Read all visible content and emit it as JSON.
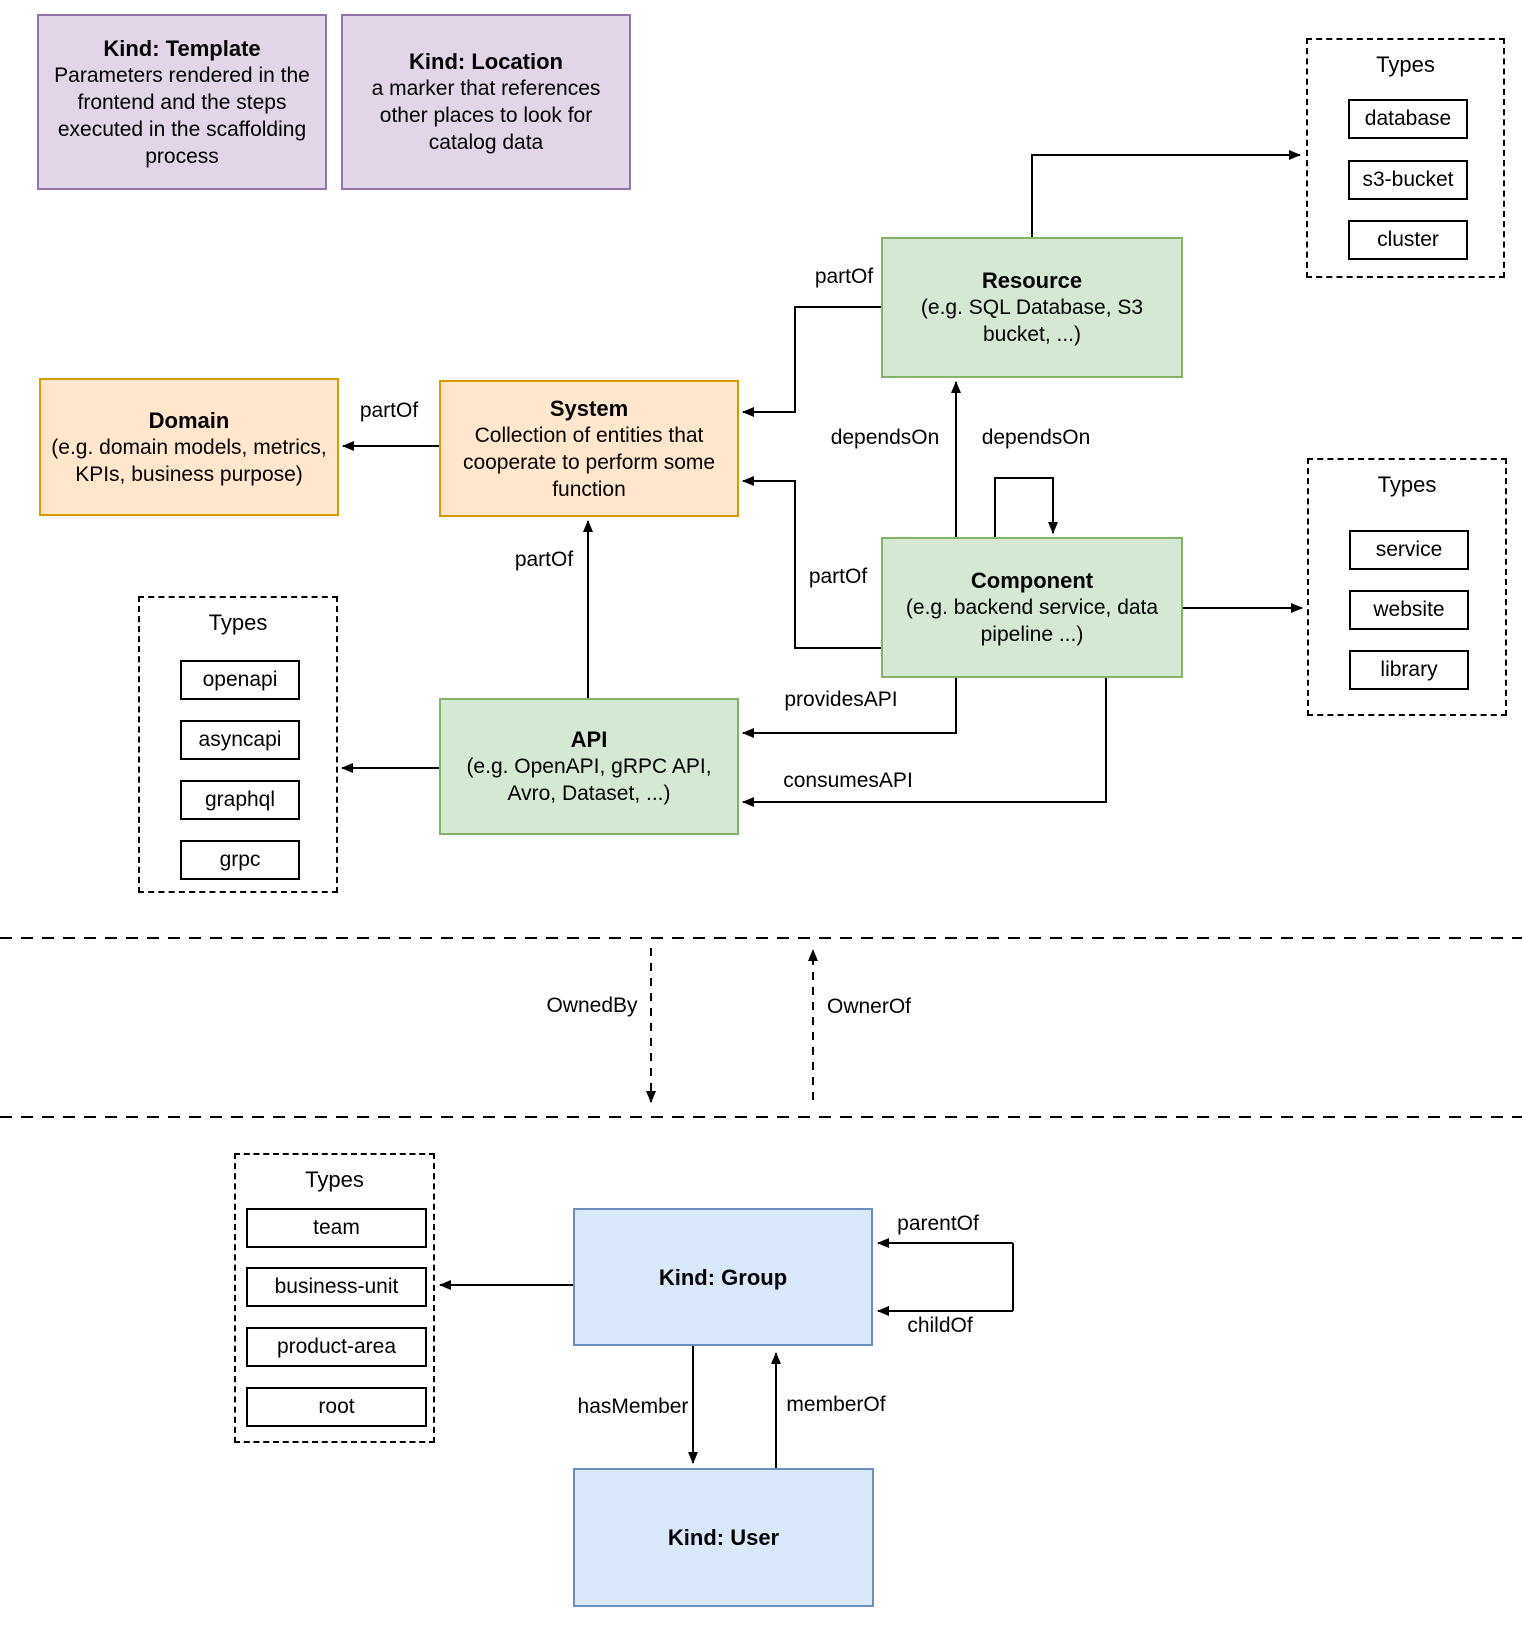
{
  "diagram": {
    "kind_boxes": {
      "template": {
        "title": "Kind: Template",
        "desc": "Parameters rendered in the frontend and the steps executed in  the scaffolding process"
      },
      "location": {
        "title": "Kind: Location",
        "desc": "a marker that references other places to look for catalog data"
      }
    },
    "entities": {
      "resource": {
        "title": "Resource",
        "desc": "(e.g. SQL Database, S3 bucket, ...)"
      },
      "domain": {
        "title": "Domain",
        "desc": "(e.g.  domain models, metrics, KPIs, business purpose)"
      },
      "system": {
        "title": "System",
        "desc": "Collection of entities that cooperate to perform some function"
      },
      "component": {
        "title": "Component",
        "desc": "(e.g. backend service, data pipeline ...)"
      },
      "api": {
        "title": "API",
        "desc": "(e.g. OpenAPI, gRPC API, Avro, Dataset, ...)"
      },
      "group": {
        "title": "Kind: Group"
      },
      "user": {
        "title": "Kind: User"
      }
    },
    "type_groups": {
      "resource_types": {
        "title": "Types",
        "items": [
          "database",
          "s3-bucket",
          "cluster"
        ]
      },
      "component_types": {
        "title": "Types",
        "items": [
          "service",
          "website",
          "library"
        ]
      },
      "api_types": {
        "title": "Types",
        "items": [
          "openapi",
          "asyncapi",
          "graphql",
          "grpc"
        ]
      },
      "group_types": {
        "title": "Types",
        "items": [
          "team",
          "business-unit",
          "product-area",
          "root"
        ]
      }
    },
    "edge_labels": {
      "partof_resource_system": "partOf",
      "partof_system_domain": "partOf",
      "partof_component_system": "partOf",
      "partof_api_system": "partOf",
      "dependson_component_resource": "dependsOn",
      "dependson_component_self": "dependsOn",
      "providesapi": "providesAPI",
      "consumesapi": "consumesAPI",
      "ownedby": "OwnedBy",
      "ownerof": "OwnerOf",
      "parentof": "parentOf",
      "childof": "childOf",
      "hasmember": "hasMember",
      "memberof": "memberOf"
    },
    "colors": {
      "purple_fill": "#e1d5e7",
      "purple_border": "#9673a6",
      "green_fill": "#d5e8d4",
      "green_border": "#82b366",
      "orange_fill": "#ffe6cc",
      "orange_border": "#d79b00",
      "blue_fill": "#dae8fc",
      "blue_border": "#6c8ebf"
    }
  }
}
